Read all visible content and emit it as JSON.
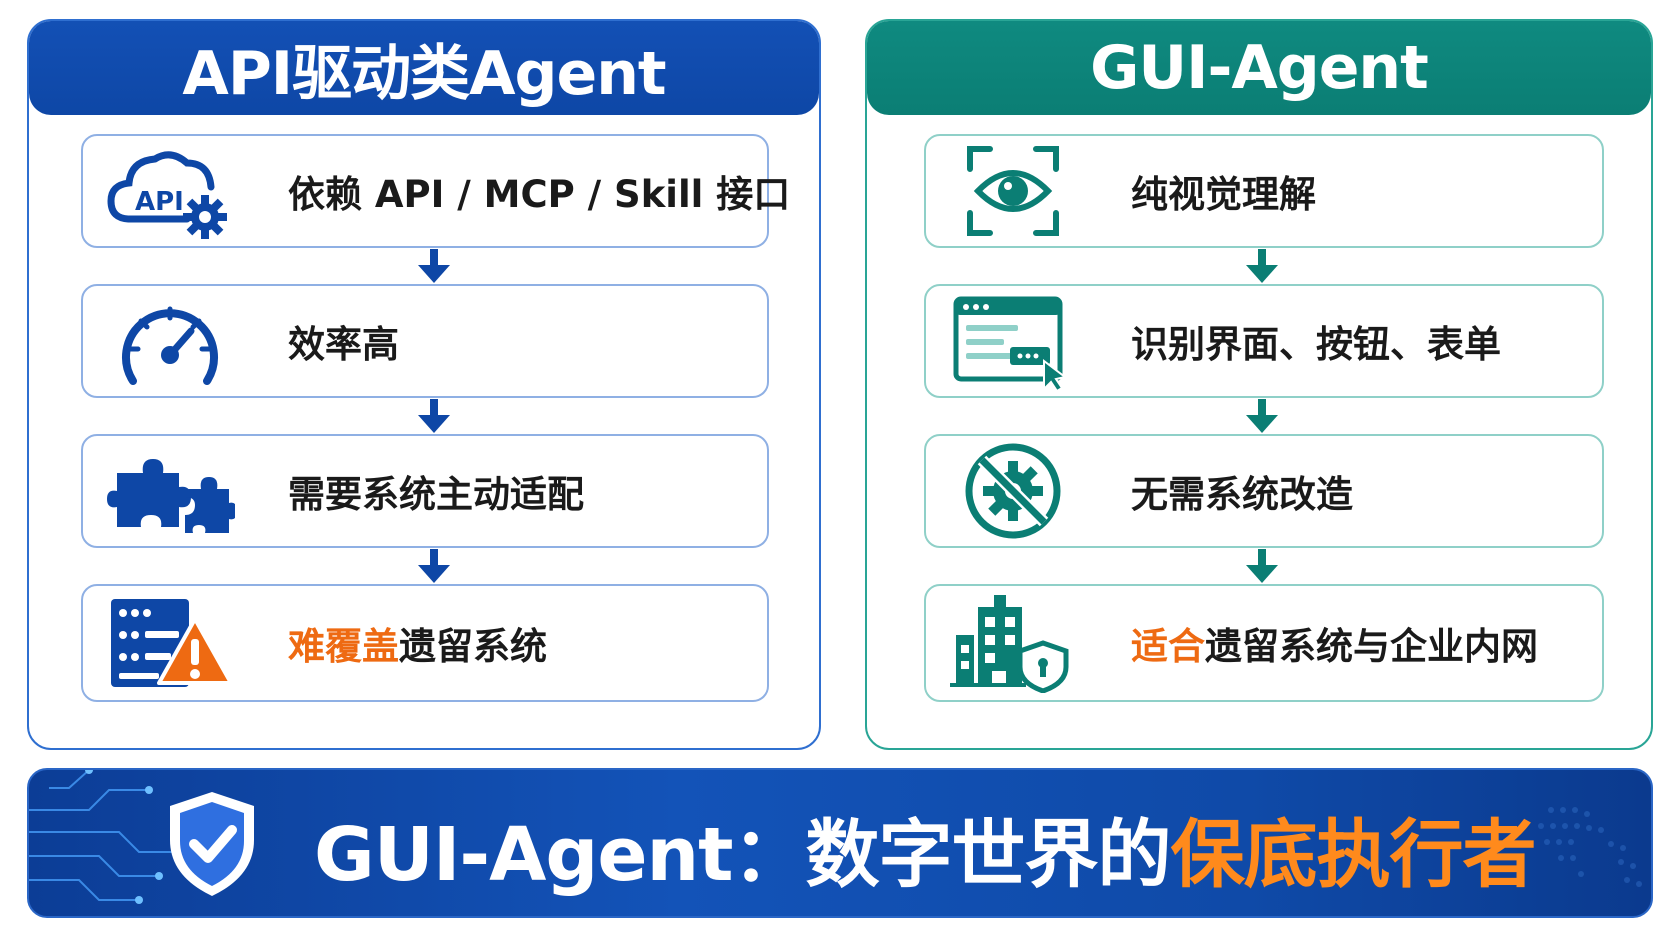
{
  "left_panel": {
    "title": "API驱动类Agent",
    "accent": "#0e47a6",
    "cards": [
      {
        "icon": "cloud-api-gear-icon",
        "text": "依赖 API / MCP / Skill 接口",
        "highlight": ""
      },
      {
        "icon": "speedometer-icon",
        "text": "效率高",
        "highlight": ""
      },
      {
        "icon": "puzzle-icon",
        "text": "需要系统主动适配",
        "highlight": ""
      },
      {
        "icon": "server-warning-icon",
        "text": "遗留系统",
        "highlight": "难覆盖"
      }
    ]
  },
  "right_panel": {
    "title": "GUI-Agent",
    "accent": "#0b7e74",
    "cards": [
      {
        "icon": "eye-scan-icon",
        "text": "纯视觉理解",
        "highlight": ""
      },
      {
        "icon": "browser-click-icon",
        "text": "识别界面、按钮、表单",
        "highlight": ""
      },
      {
        "icon": "no-gear-icon",
        "text": "无需系统改造",
        "highlight": ""
      },
      {
        "icon": "building-shield-icon",
        "text": "遗留系统与企业内网",
        "highlight": "适合"
      }
    ]
  },
  "banner": {
    "icon": "shield-check-icon",
    "prefix": "GUI-Agent：数字世界的",
    "highlight": "保底执行者",
    "highlight_color": "#ff8a1c"
  }
}
